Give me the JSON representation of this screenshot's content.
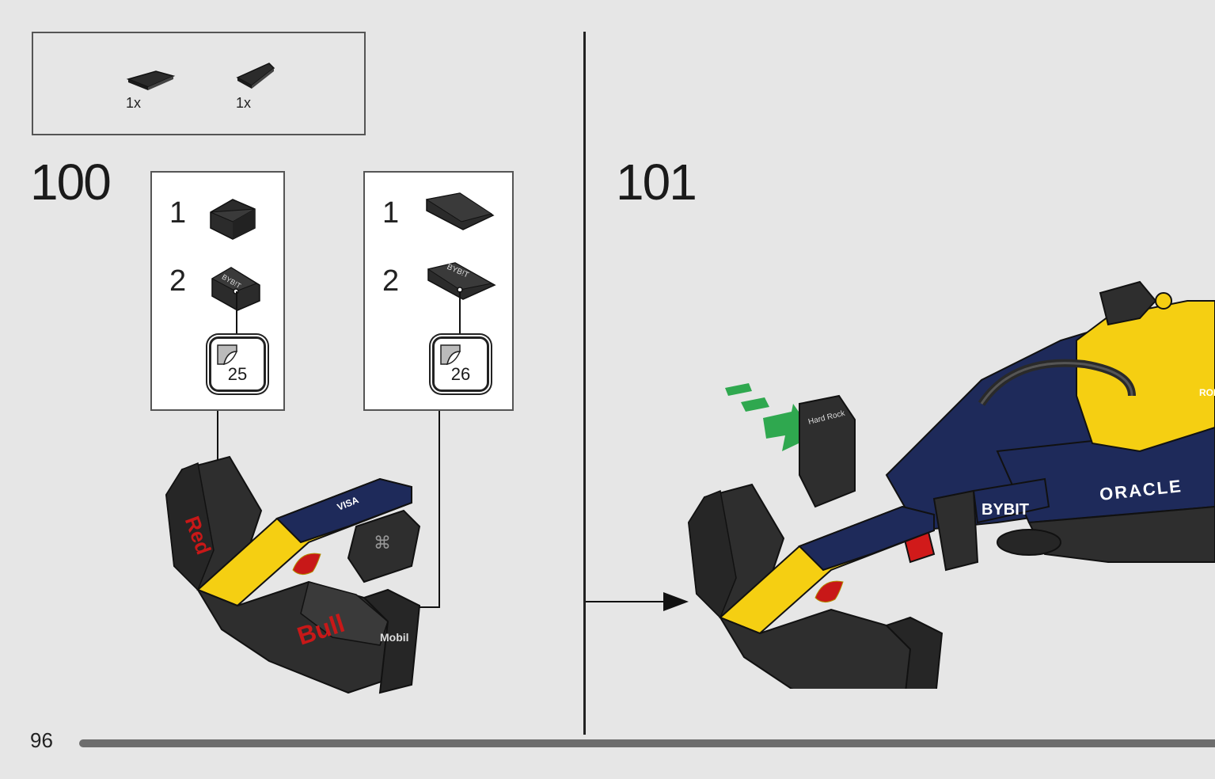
{
  "parts": [
    {
      "qty": "1x",
      "icon": "wedge-tile-left-icon"
    },
    {
      "qty": "1x",
      "icon": "wedge-tile-right-icon"
    }
  ],
  "steps": [
    {
      "number": "100",
      "sub_left": {
        "item1": "1",
        "item2": "2",
        "sticker": "25"
      },
      "sub_right": {
        "item1": "1",
        "item2": "2",
        "sticker": "26"
      }
    },
    {
      "number": "101"
    }
  ],
  "page": {
    "number": "96",
    "progress": 1.0
  },
  "decals": {
    "bybit": "BYBIT",
    "oracle": "ORACLE",
    "bull": "Bull",
    "red": "Red",
    "mobil": "Mobil",
    "visa": "VISA",
    "hardrock": "Hard Rock",
    "roki": "ROKI"
  },
  "colors": {
    "background": "#e6e6e6",
    "navy": "#1e2a5a",
    "yellow": "#f5cf12",
    "brick-dark": "#2b2b2b",
    "red": "#d11a1a",
    "arrow-green": "#2fa84f"
  }
}
